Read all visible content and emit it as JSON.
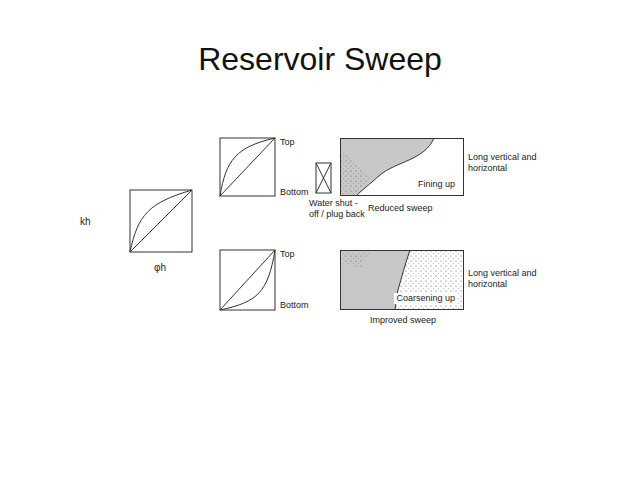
{
  "diagram": {
    "title": "Reservoir Sweep",
    "nodes": [
      {
        "text": [
          "Fining up"
        ]
      },
      {
        "text": [
          "Coarsening up"
        ]
      }
    ],
    "labels": [
      "kh",
      "φh",
      "Top",
      "Bottom",
      "Water shut - off / plug back",
      "Reduced sweep",
      "Long vertical and horizontal",
      "Top",
      "Bottom",
      "Improved sweep",
      "Long vertical and horizontal"
    ]
  }
}
